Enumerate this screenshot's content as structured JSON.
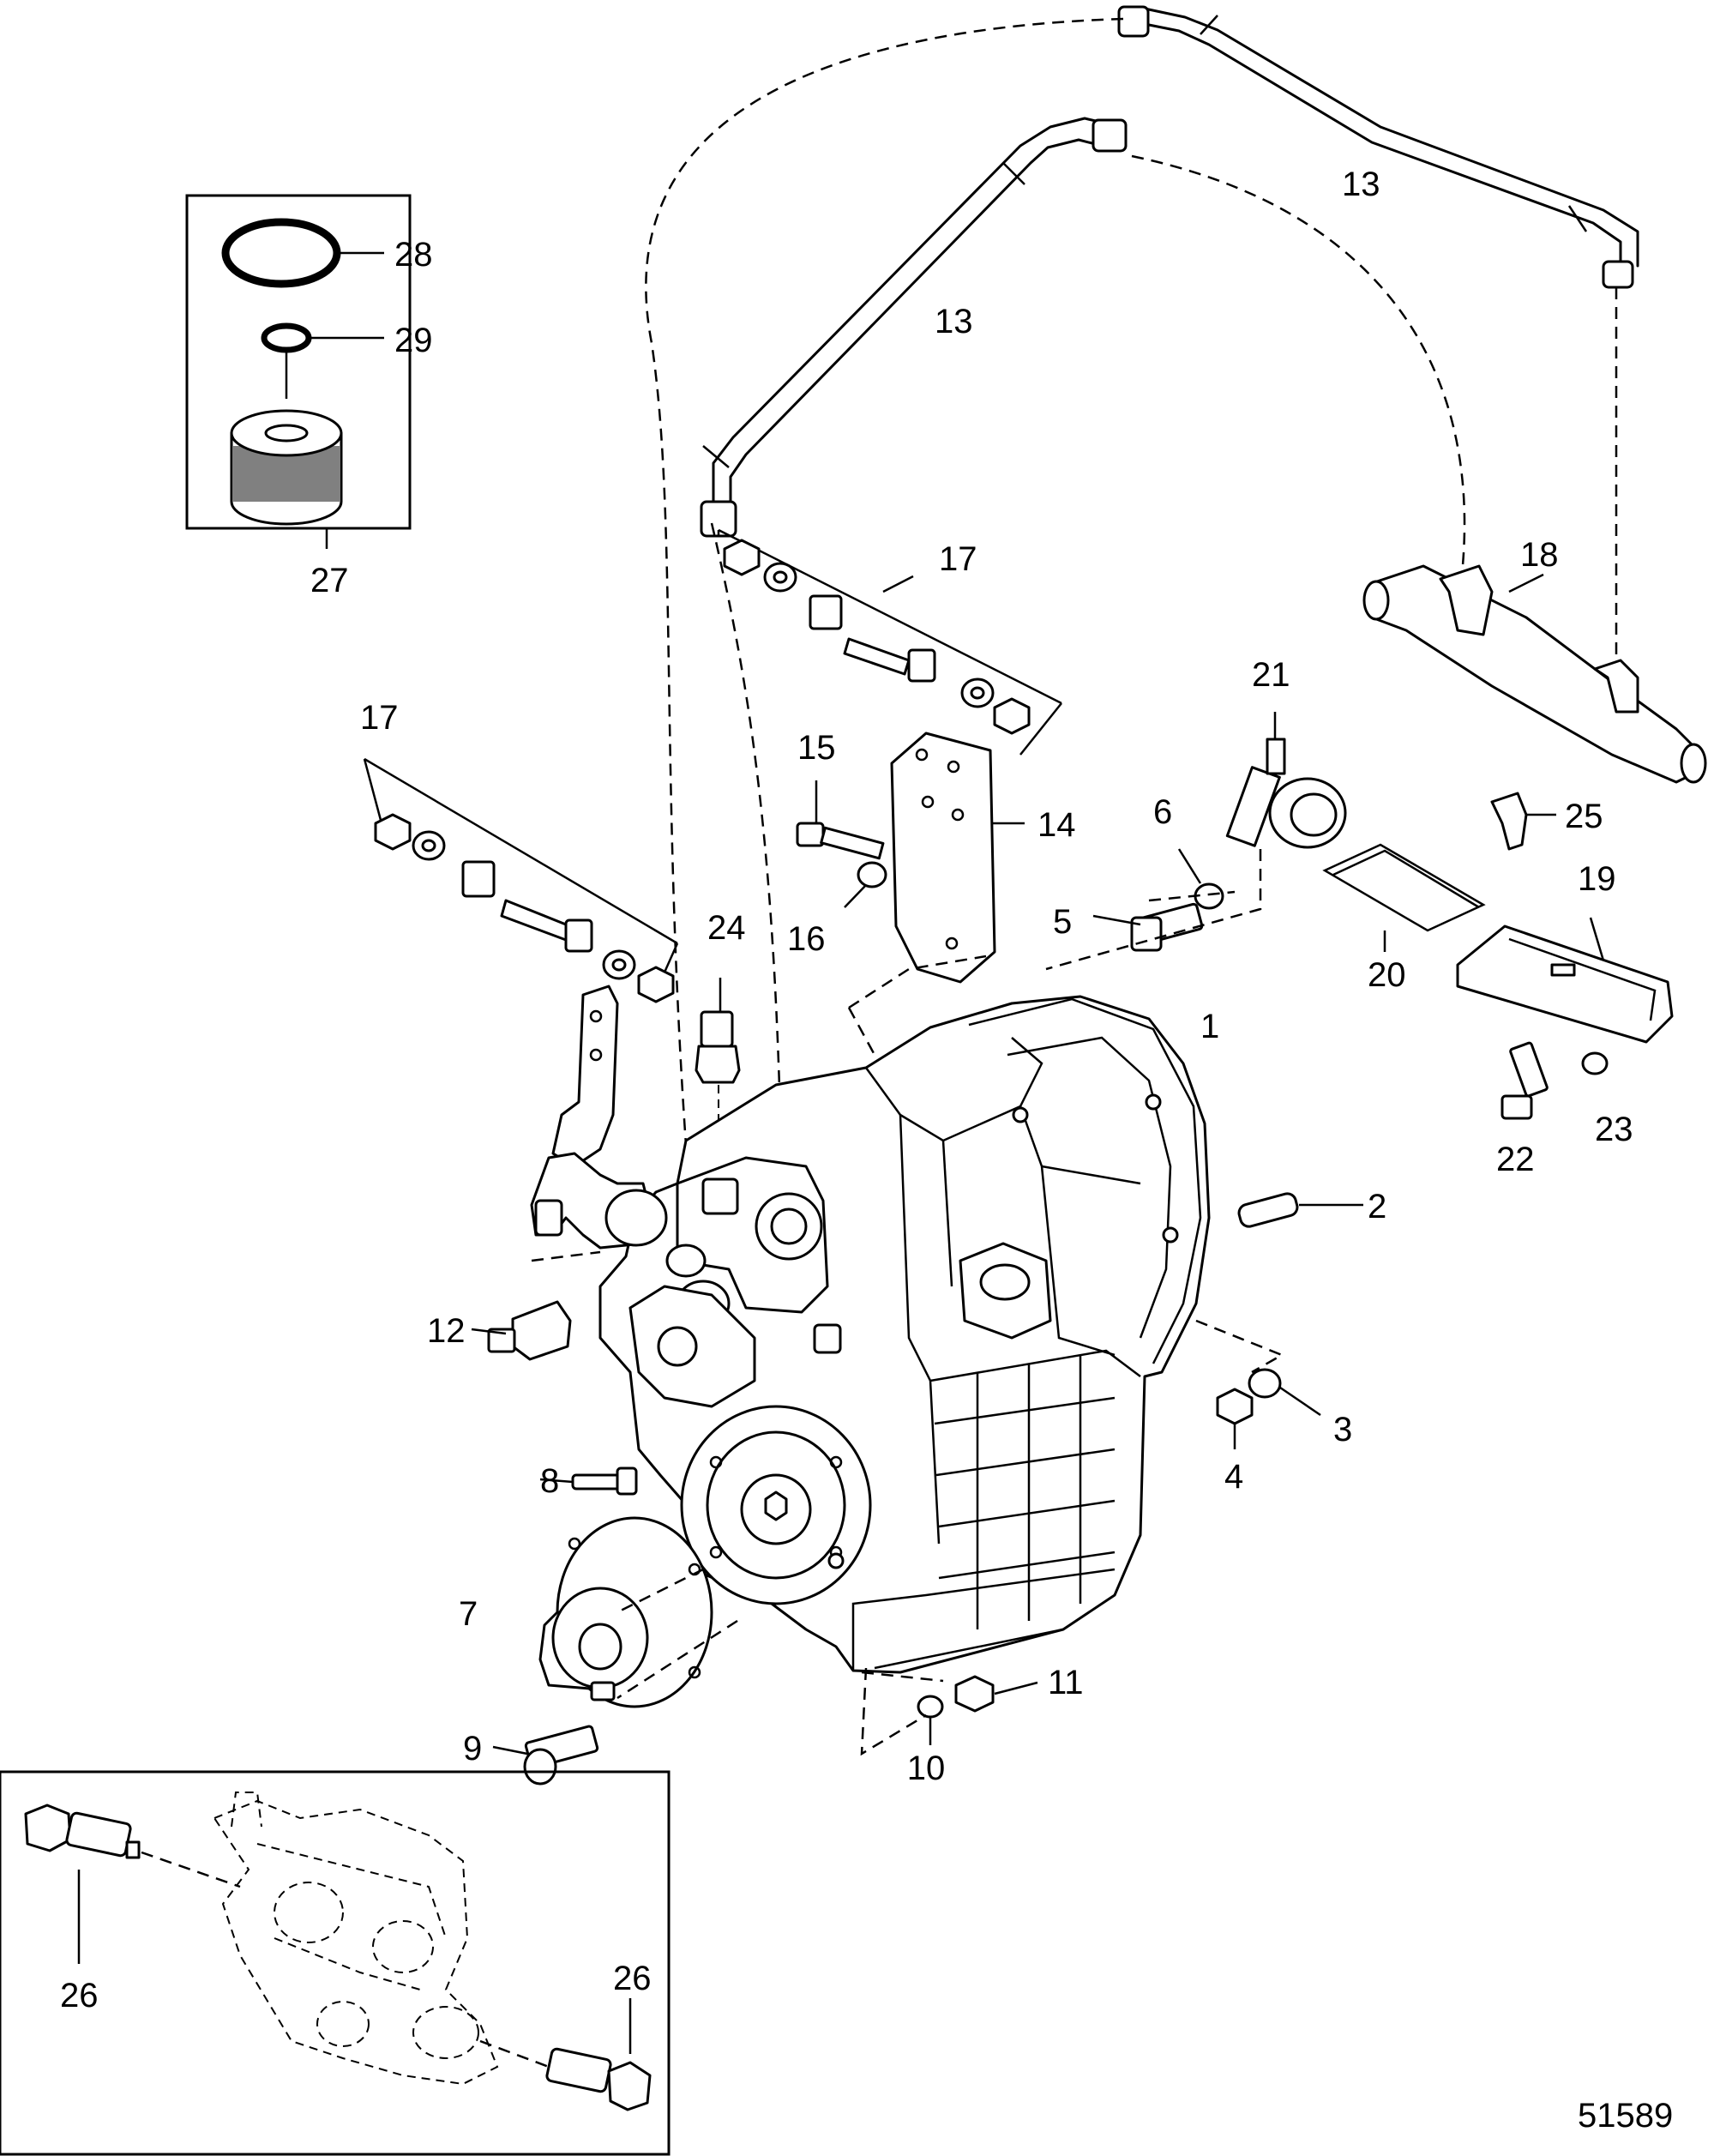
{
  "figure_number": "51589",
  "callouts": {
    "c1": "1",
    "c2": "2",
    "c3": "3",
    "c4": "4",
    "c5": "5",
    "c6": "6",
    "c7": "7",
    "c8": "8",
    "c9": "9",
    "c10": "10",
    "c11": "11",
    "c12": "12",
    "c13a": "13",
    "c13b": "13",
    "c14": "14",
    "c15": "15",
    "c16": "16",
    "c17a": "17",
    "c17b": "17",
    "c18": "18",
    "c19": "19",
    "c20": "20",
    "c21": "21",
    "c22": "22",
    "c23": "23",
    "c24": "24",
    "c25": "25",
    "c26a": "26",
    "c26b": "26",
    "c27": "27",
    "c28": "28",
    "c29": "29"
  }
}
